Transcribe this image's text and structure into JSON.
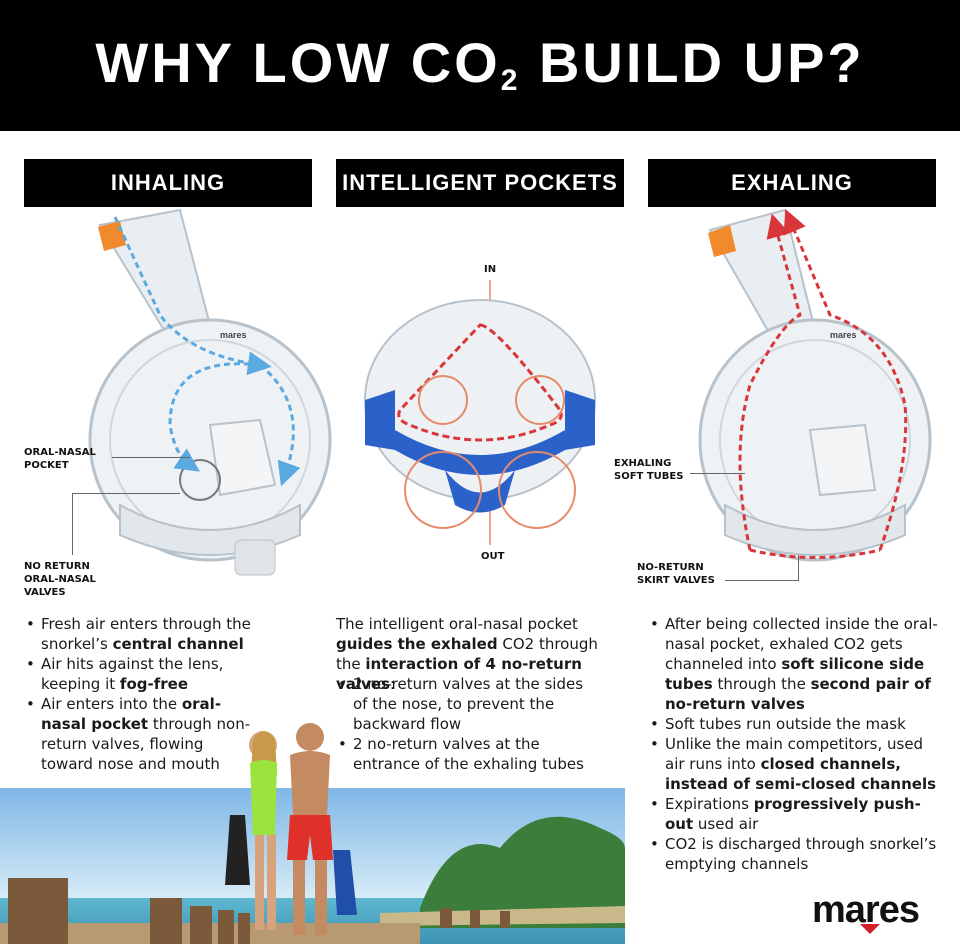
{
  "header": {
    "title_main": "WHY LOW CO",
    "title_sub": "2",
    "title_end": " BUILD UP?"
  },
  "sections": {
    "inhaling": {
      "title": "INHALING"
    },
    "pockets": {
      "title": "INTELLIGENT POCKETS"
    },
    "exhaling": {
      "title": "EXHALING"
    }
  },
  "labels": {
    "oral_nasal_pocket": [
      "ORAL-NASAL",
      "POCKET"
    ],
    "no_return_oral_nasal": [
      "NO RETURN",
      "ORAL-NASAL",
      "VALVES"
    ],
    "in": "IN",
    "out": "OUT",
    "exhaling_soft_tubes": [
      "EXHALING",
      "SOFT TUBES"
    ],
    "no_return_skirt": [
      "NO-RETURN",
      "SKIRT  VALVES"
    ],
    "mask_brand": "mares"
  },
  "inhaling_bullets": [
    {
      "parts": [
        {
          "t": "Fresh air enters through the snorkel’s ",
          "b": false
        },
        {
          "t": "central channel",
          "b": true
        }
      ]
    },
    {
      "parts": [
        {
          "t": "Air hits against the lens, keeping it ",
          "b": false
        },
        {
          "t": "fog-free",
          "b": true
        }
      ]
    },
    {
      "parts": [
        {
          "t": "Air enters into the ",
          "b": false
        },
        {
          "t": "oral-nasal pocket",
          "b": true
        },
        {
          "t": " through non-return valves, flowing toward nose and mouth",
          "b": false
        }
      ]
    }
  ],
  "pockets_intro": [
    {
      "t": "The intelligent oral-nasal pocket ",
      "b": false
    },
    {
      "t": "guides the exhaled",
      "b": true
    },
    {
      "t": " CO2 through the ",
      "b": false
    },
    {
      "t": "interaction of 4 no-return valves",
      "b": true
    },
    {
      "t": ":",
      "b": false
    }
  ],
  "pockets_bullets": [
    {
      "parts": [
        {
          "t": "2 no-return valves  at the sides of the nose, to prevent the backward flow",
          "b": false
        }
      ]
    },
    {
      "parts": [
        {
          "t": "2 no-return valves at the entrance of the exhaling tubes",
          "b": false
        }
      ]
    }
  ],
  "exhaling_bullets": [
    {
      "parts": [
        {
          "t": "After being collected inside the oral-nasal pocket, exhaled CO2 gets channeled into ",
          "b": false
        },
        {
          "t": "soft silicone side tubes",
          "b": true
        },
        {
          "t": " through the ",
          "b": false
        },
        {
          "t": "second pair of no-return valves",
          "b": true
        }
      ]
    },
    {
      "parts": [
        {
          "t": "Soft tubes run outside the mask",
          "b": false
        }
      ]
    },
    {
      "parts": [
        {
          "t": "Unlike the main competitors, used air runs into ",
          "b": false
        },
        {
          "t": "closed channels, instead of semi-closed channels",
          "b": true
        }
      ]
    },
    {
      "parts": [
        {
          "t": "Expirations ",
          "b": false
        },
        {
          "t": "progressively push-out",
          "b": true
        },
        {
          "t": " used air",
          "b": false
        }
      ]
    },
    {
      "parts": [
        {
          "t": "CO2 is discharged through snorkel’s emptying channels",
          "b": false
        }
      ]
    }
  ],
  "brand": {
    "logo": "mares"
  },
  "colors": {
    "inhale_arrow": "#5aa9e0",
    "exhale_arrow": "#d9363a",
    "valve_ring": "#e88a6a",
    "strap_blue": "#2a62c9",
    "snorkel_orange": "#f08a2c",
    "logo_red": "#d21f2a"
  }
}
